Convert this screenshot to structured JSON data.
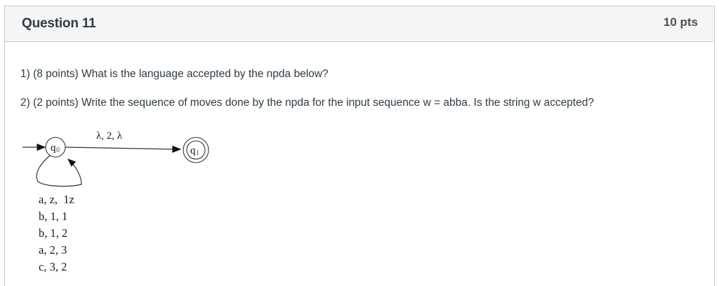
{
  "question": {
    "title": "Question 11",
    "points": "10 pts",
    "prompts": [
      "1) (8 points) What is the language accepted by the npda below?",
      "2) (2 points) Write the sequence of moves done by the npda for the input sequence w = abba. Is the string w accepted?"
    ]
  },
  "diagram": {
    "states": [
      {
        "id": "q0",
        "label": "q",
        "subscript": "0",
        "initial": true,
        "accepting": false
      },
      {
        "id": "q1",
        "label": "q",
        "subscript": "1",
        "initial": false,
        "accepting": true
      }
    ],
    "edge_q0_q1_label": "λ, 2, λ",
    "self_loop_transitions": [
      "a, z,  1z",
      "b, 1, 1",
      "b, 1, 2",
      "a, 2, 3",
      "c, 3, 2"
    ]
  }
}
